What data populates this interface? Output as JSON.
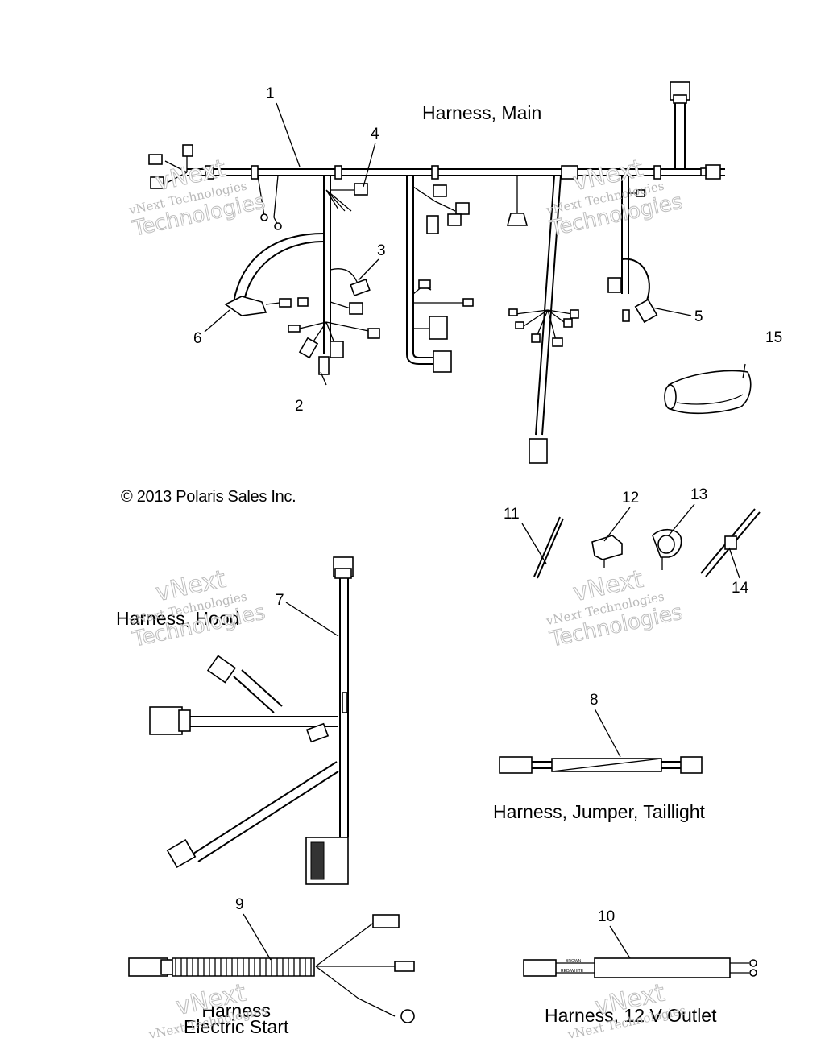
{
  "copyright": "© 2013 Polaris Sales Inc.",
  "titles": {
    "main": "Harness, Main",
    "hood": "Harness, Hood",
    "jumper": "Harness, Jumper, Taillight",
    "electric_start": "Harness\nElectric Start",
    "outlet": "Harness, 12 V Outlet"
  },
  "callouts": [
    "1",
    "2",
    "3",
    "4",
    "5",
    "6",
    "7",
    "8",
    "9",
    "10",
    "11",
    "12",
    "13",
    "14",
    "15"
  ],
  "wire_labels": {
    "brown": "BROWN",
    "red_white": "RED/WHITE"
  },
  "watermark": {
    "line1": "vNext Technologies",
    "line2": "vNext",
    "line3": "Technologies"
  }
}
